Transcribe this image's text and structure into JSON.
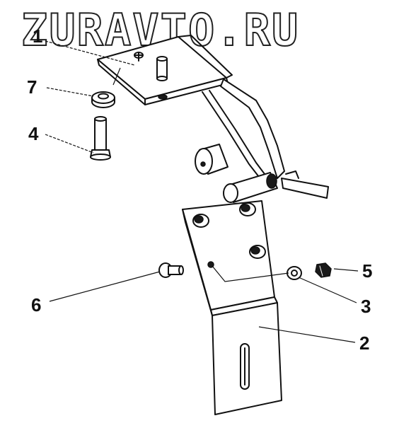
{
  "watermark": {
    "text": "ZURAVTO.RU"
  },
  "callouts": [
    {
      "id": "1",
      "label": "1"
    },
    {
      "id": "7",
      "label": "7"
    },
    {
      "id": "4",
      "label": "4"
    },
    {
      "id": "6",
      "label": "6"
    },
    {
      "id": "5",
      "label": "5"
    },
    {
      "id": "3",
      "label": "3"
    },
    {
      "id": "2",
      "label": "2"
    }
  ],
  "colors": {
    "ink": "#111111",
    "background": "#ffffff"
  }
}
